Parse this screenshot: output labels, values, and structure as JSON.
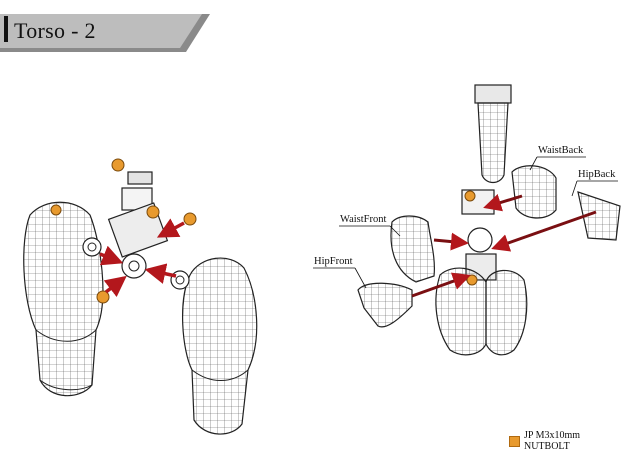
{
  "title": "Torso - 2",
  "labels": {
    "waist_back": "WaistBack",
    "hip_back": "HipBack",
    "waist_front": "WaistFront",
    "hip_front": "HipFront"
  },
  "legend": {
    "text": "JP M3x10mm NUTBOLT",
    "swatch_color": "#e89a2e"
  },
  "colors": {
    "banner": "#8a8a8a",
    "arrow": "#b3171c",
    "line": "#7a0f12",
    "bolt": "#e89a2e"
  }
}
